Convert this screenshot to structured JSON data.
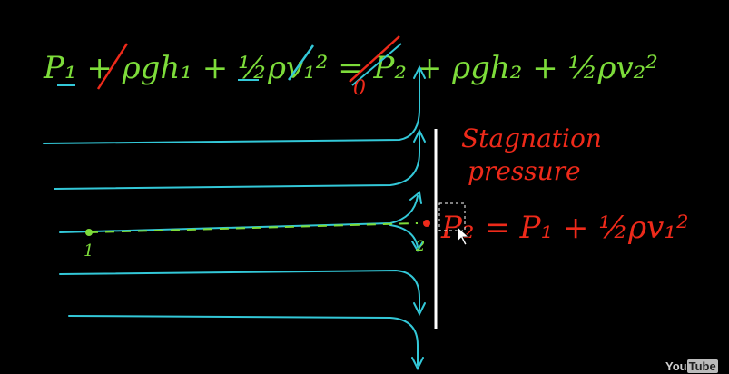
{
  "equation_top": {
    "left": "P₁ + ρgh₁ + ½ρv₁² = P₂ + ρgh₂ + ½ρv₂²",
    "zero_mark": "0"
  },
  "points": {
    "p1": "1",
    "p2": "2"
  },
  "stagnation": {
    "line1": "Stagnation",
    "line2": "pressure"
  },
  "stagnation_equation": "P₂ = P₁ + ½ρv₁²",
  "watermark": {
    "you": "You",
    "tube": "Tube"
  },
  "colors": {
    "streamline": "#33c8d8",
    "equation_green": "#7ddc3a",
    "annotation_red": "#ee2a1a",
    "wall": "#ffffff"
  }
}
